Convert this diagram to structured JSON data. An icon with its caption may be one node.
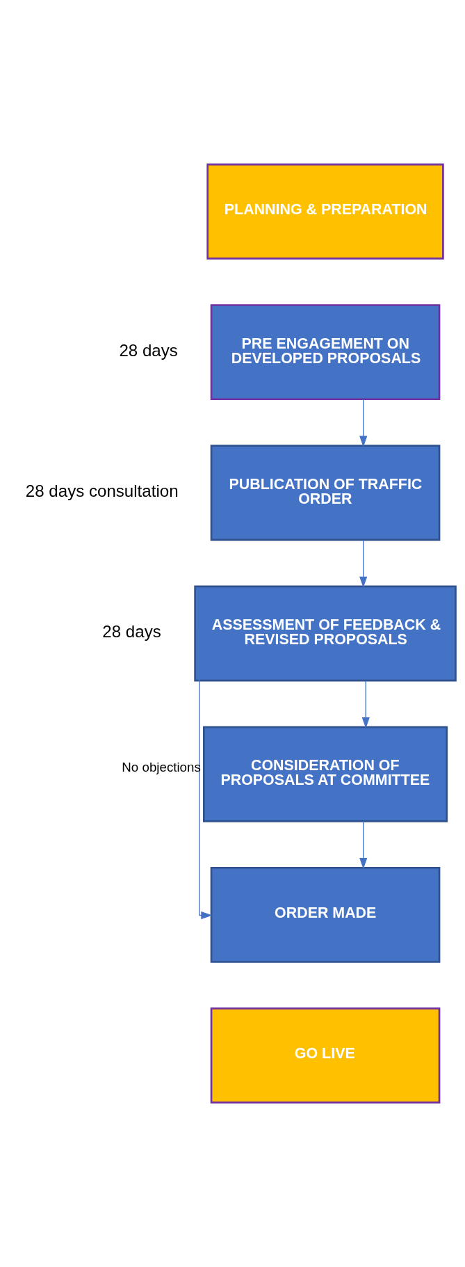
{
  "diagram": {
    "nodes": [
      {
        "text": [
          "PLANNING & PREPARATION"
        ]
      },
      {
        "text": [
          "PRE ENGAGEMENT ON DEVELOPED PROPOSALS"
        ],
        "beside": [
          "28 days"
        ]
      },
      {
        "text": [
          "PUBLICATION OF TRAFFIC ORDER"
        ],
        "beside": [
          "28 days consultation"
        ]
      },
      {
        "text": [
          "ASSESSMENT OF FEEDBACK & REVISED PROPOSALS"
        ],
        "beside": [
          "28 days"
        ]
      },
      {
        "text": [
          "CONSIDERATION OF PROPOSALS AT COMMITTEE"
        ]
      },
      {
        "text": [
          "ORDER MADE"
        ]
      },
      {
        "text": [
          "GO LIVE"
        ]
      }
    ],
    "edges": [
      {
        "from": 1,
        "to": 2,
        "arrow": "to"
      },
      {
        "from": 2,
        "to": 3,
        "arrow": "to"
      },
      {
        "from": 3,
        "to": 4,
        "arrow": "to"
      },
      {
        "from": 4,
        "to": 5,
        "arrow": "to"
      },
      {
        "from": 3,
        "to": 5,
        "arrow": "to",
        "label": "No objections"
      }
    ]
  }
}
